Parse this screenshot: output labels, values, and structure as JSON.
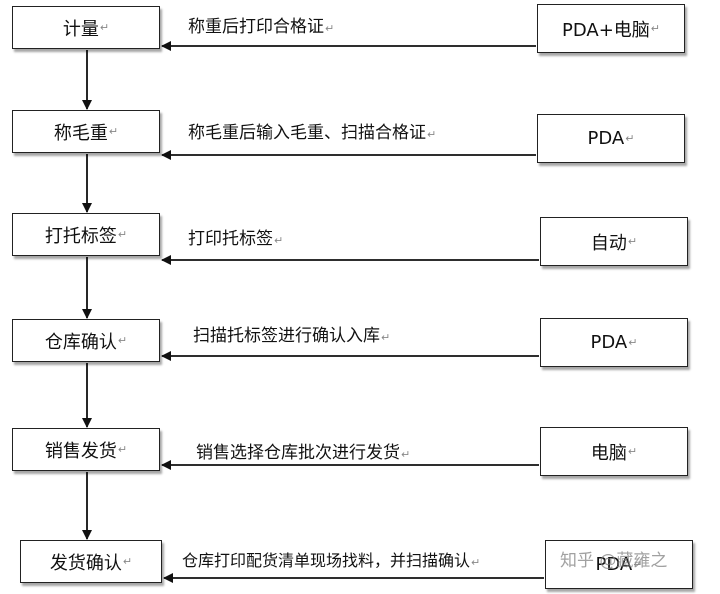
{
  "steps": [
    {
      "label": "计量",
      "action": "称重后打印合格证",
      "device": "PDA+电脑"
    },
    {
      "label": "称毛重",
      "action": "称毛重后输入毛重、扫描合格证",
      "device": "PDA"
    },
    {
      "label": "打托标签",
      "action": "打印托标签",
      "device": "自动"
    },
    {
      "label": "仓库确认",
      "action": "扫描托标签进行确认入库",
      "device": "PDA"
    },
    {
      "label": "销售发货",
      "action": "销售选择仓库批次进行发货",
      "device": "电脑"
    },
    {
      "label": "发货确认",
      "action": "仓库打印配货清单现场找料，并扫描确认",
      "device": "PDA"
    }
  ],
  "return_mark": "↵",
  "watermark": "知乎 @藏雍之"
}
